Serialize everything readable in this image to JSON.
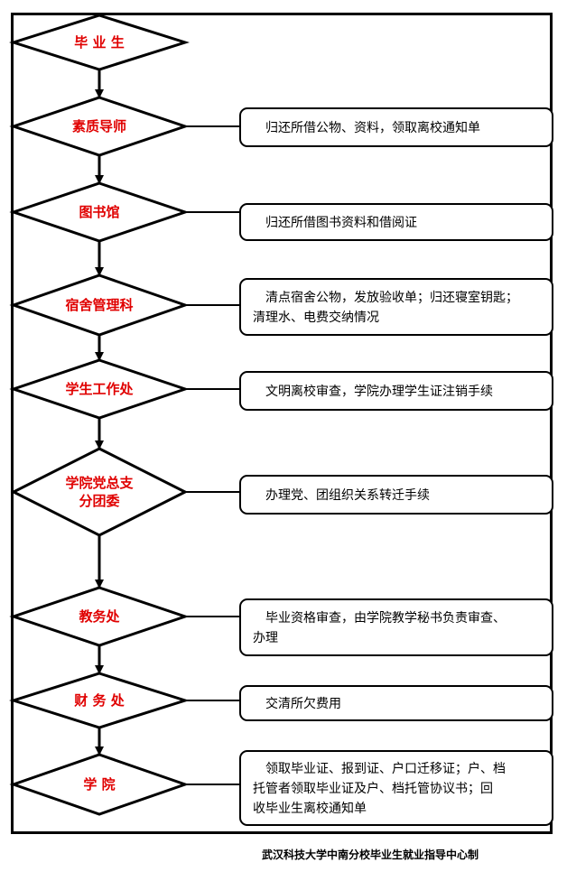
{
  "colors": {
    "step_text": "#e00000",
    "line": "#000000",
    "background": "#ffffff"
  },
  "steps": [
    {
      "label": [
        "毕 业 生"
      ],
      "note": []
    },
    {
      "label": [
        "素质导师"
      ],
      "note": [
        "归还所借公物、资料，领取离校通知单"
      ]
    },
    {
      "label": [
        "图书馆"
      ],
      "note": [
        "归还所借图书资料和借阅证"
      ]
    },
    {
      "label": [
        "宿舍管理科"
      ],
      "note": [
        "清点宿舍公物，发放验收单；归还寝室钥匙；",
        "清理水、电费交纳情况"
      ]
    },
    {
      "label": [
        "学生工作处"
      ],
      "note": [
        "文明离校审查，学院办理学生证注销手续"
      ]
    },
    {
      "label": [
        "学院党总支",
        "分团委"
      ],
      "note": [
        "办理党、团组织关系转迁手续"
      ]
    },
    {
      "label": [
        "教务处"
      ],
      "note": [
        "毕业资格审查，由学院教学秘书负责审查、",
        "办理"
      ]
    },
    {
      "label": [
        "财 务 处"
      ],
      "note": [
        "交清所欠费用"
      ]
    },
    {
      "label": [
        "学    院"
      ],
      "note": [
        "领取毕业证、报到证、户口迁移证；户、档",
        "托管者领取毕业证及户、档托管协议书；回",
        "收毕业生离校通知单"
      ]
    }
  ],
  "footer": "武汉科技大学中南分校毕业生就业指导中心制"
}
